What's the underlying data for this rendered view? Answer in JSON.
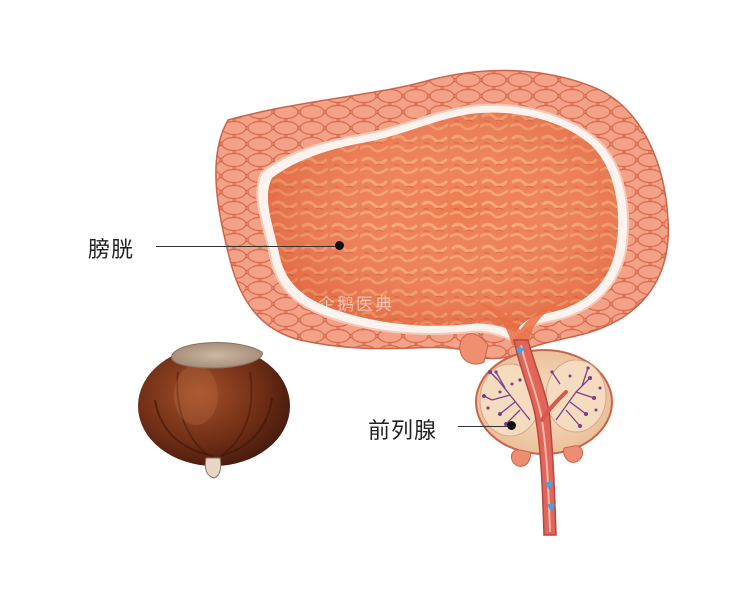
{
  "labels": {
    "bladder": "膀胱",
    "prostate": "前列腺"
  },
  "watermark": {
    "text": "企鹅医典"
  },
  "colors": {
    "bladder_wall": "#f08a6f",
    "bladder_lumen": "#ef7f53",
    "prostate": "#f3d3b0",
    "chestnut": "#6e2d15",
    "urethra_flow": "#4aa3df"
  }
}
